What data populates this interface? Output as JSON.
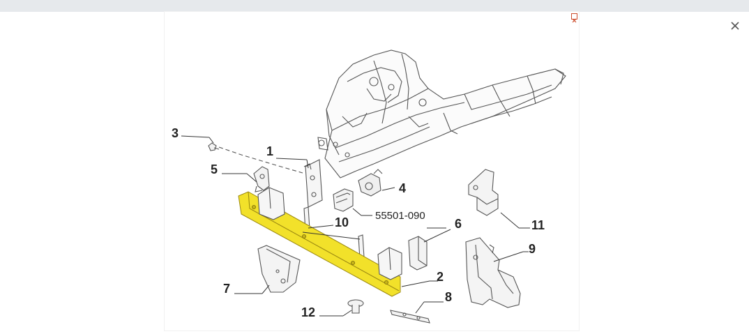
{
  "diagram": {
    "callouts": [
      {
        "id": "1",
        "label": "1"
      },
      {
        "id": "2",
        "label": "2"
      },
      {
        "id": "3",
        "label": "3"
      },
      {
        "id": "4",
        "label": "4"
      },
      {
        "id": "5",
        "label": "5"
      },
      {
        "id": "6",
        "label": "6"
      },
      {
        "id": "7",
        "label": "7"
      },
      {
        "id": "8",
        "label": "8"
      },
      {
        "id": "9",
        "label": "9"
      },
      {
        "id": "10",
        "label": "10"
      },
      {
        "id": "11",
        "label": "11"
      },
      {
        "id": "12",
        "label": "12"
      }
    ],
    "part_number": "55501-090",
    "highlight_color": "#f2e12a"
  },
  "ui": {
    "close_icon": "close-icon",
    "broken_image_icon": "broken-image-icon"
  }
}
